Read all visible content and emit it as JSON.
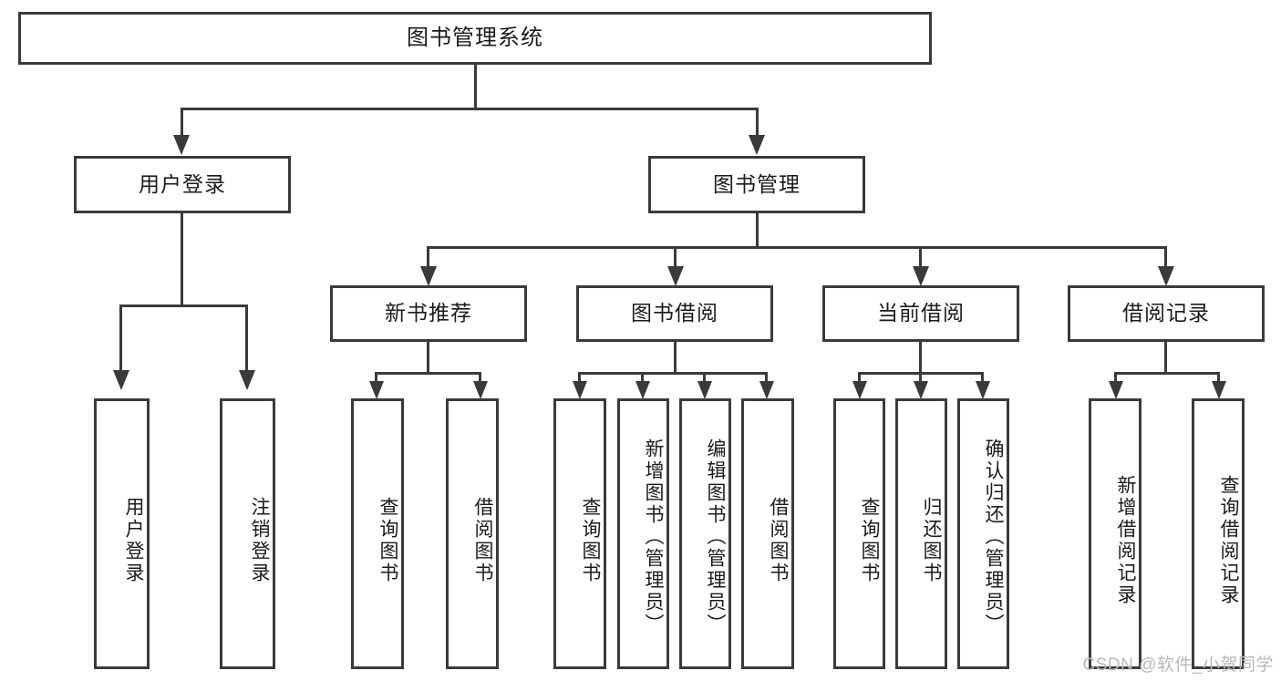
{
  "diagram": {
    "title": "图书管理系统",
    "type": "hierarchy-tree",
    "root": {
      "id": "root",
      "label": "图书管理系统"
    },
    "level2": [
      {
        "id": "user-login",
        "label": "用户登录"
      },
      {
        "id": "book-manage",
        "label": "图书管理"
      }
    ],
    "level3": [
      {
        "id": "new-book-rec",
        "label": "新书推荐"
      },
      {
        "id": "book-borrow",
        "label": "图书借阅"
      },
      {
        "id": "current-borrow",
        "label": "当前借阅"
      },
      {
        "id": "borrow-record",
        "label": "借阅记录"
      }
    ],
    "leaves": {
      "user_login": [
        {
          "id": "leaf-user-login",
          "label": "用户登录"
        },
        {
          "id": "leaf-logout-login",
          "label": "注销登录"
        }
      ],
      "new_book_rec": [
        {
          "id": "leaf-query-book-1",
          "label": "查询图书"
        },
        {
          "id": "leaf-borrow-book-1",
          "label": "借阅图书"
        }
      ],
      "book_borrow": [
        {
          "id": "leaf-query-book-2",
          "label": "查询图书"
        },
        {
          "id": "leaf-add-book",
          "label": "新增图书（管理员）"
        },
        {
          "id": "leaf-edit-book",
          "label": "编辑图书（管理员）"
        },
        {
          "id": "leaf-borrow-book-2",
          "label": "借阅图书"
        }
      ],
      "current_borrow": [
        {
          "id": "leaf-query-book-3",
          "label": "查询图书"
        },
        {
          "id": "leaf-return-book",
          "label": "归还图书"
        },
        {
          "id": "leaf-confirm-return",
          "label": "确认归还（管理员）"
        }
      ],
      "borrow_record": [
        {
          "id": "leaf-add-record",
          "label": "新增借阅记录"
        },
        {
          "id": "leaf-query-record",
          "label": "查询借阅记录"
        }
      ]
    },
    "colors": {
      "stroke": "#3a3a3a",
      "text": "#1b1b1b",
      "background": "#ffffff",
      "watermark": "#b9b9b9"
    }
  },
  "watermark": {
    "text": "CSDN @软件_小贺同学"
  }
}
